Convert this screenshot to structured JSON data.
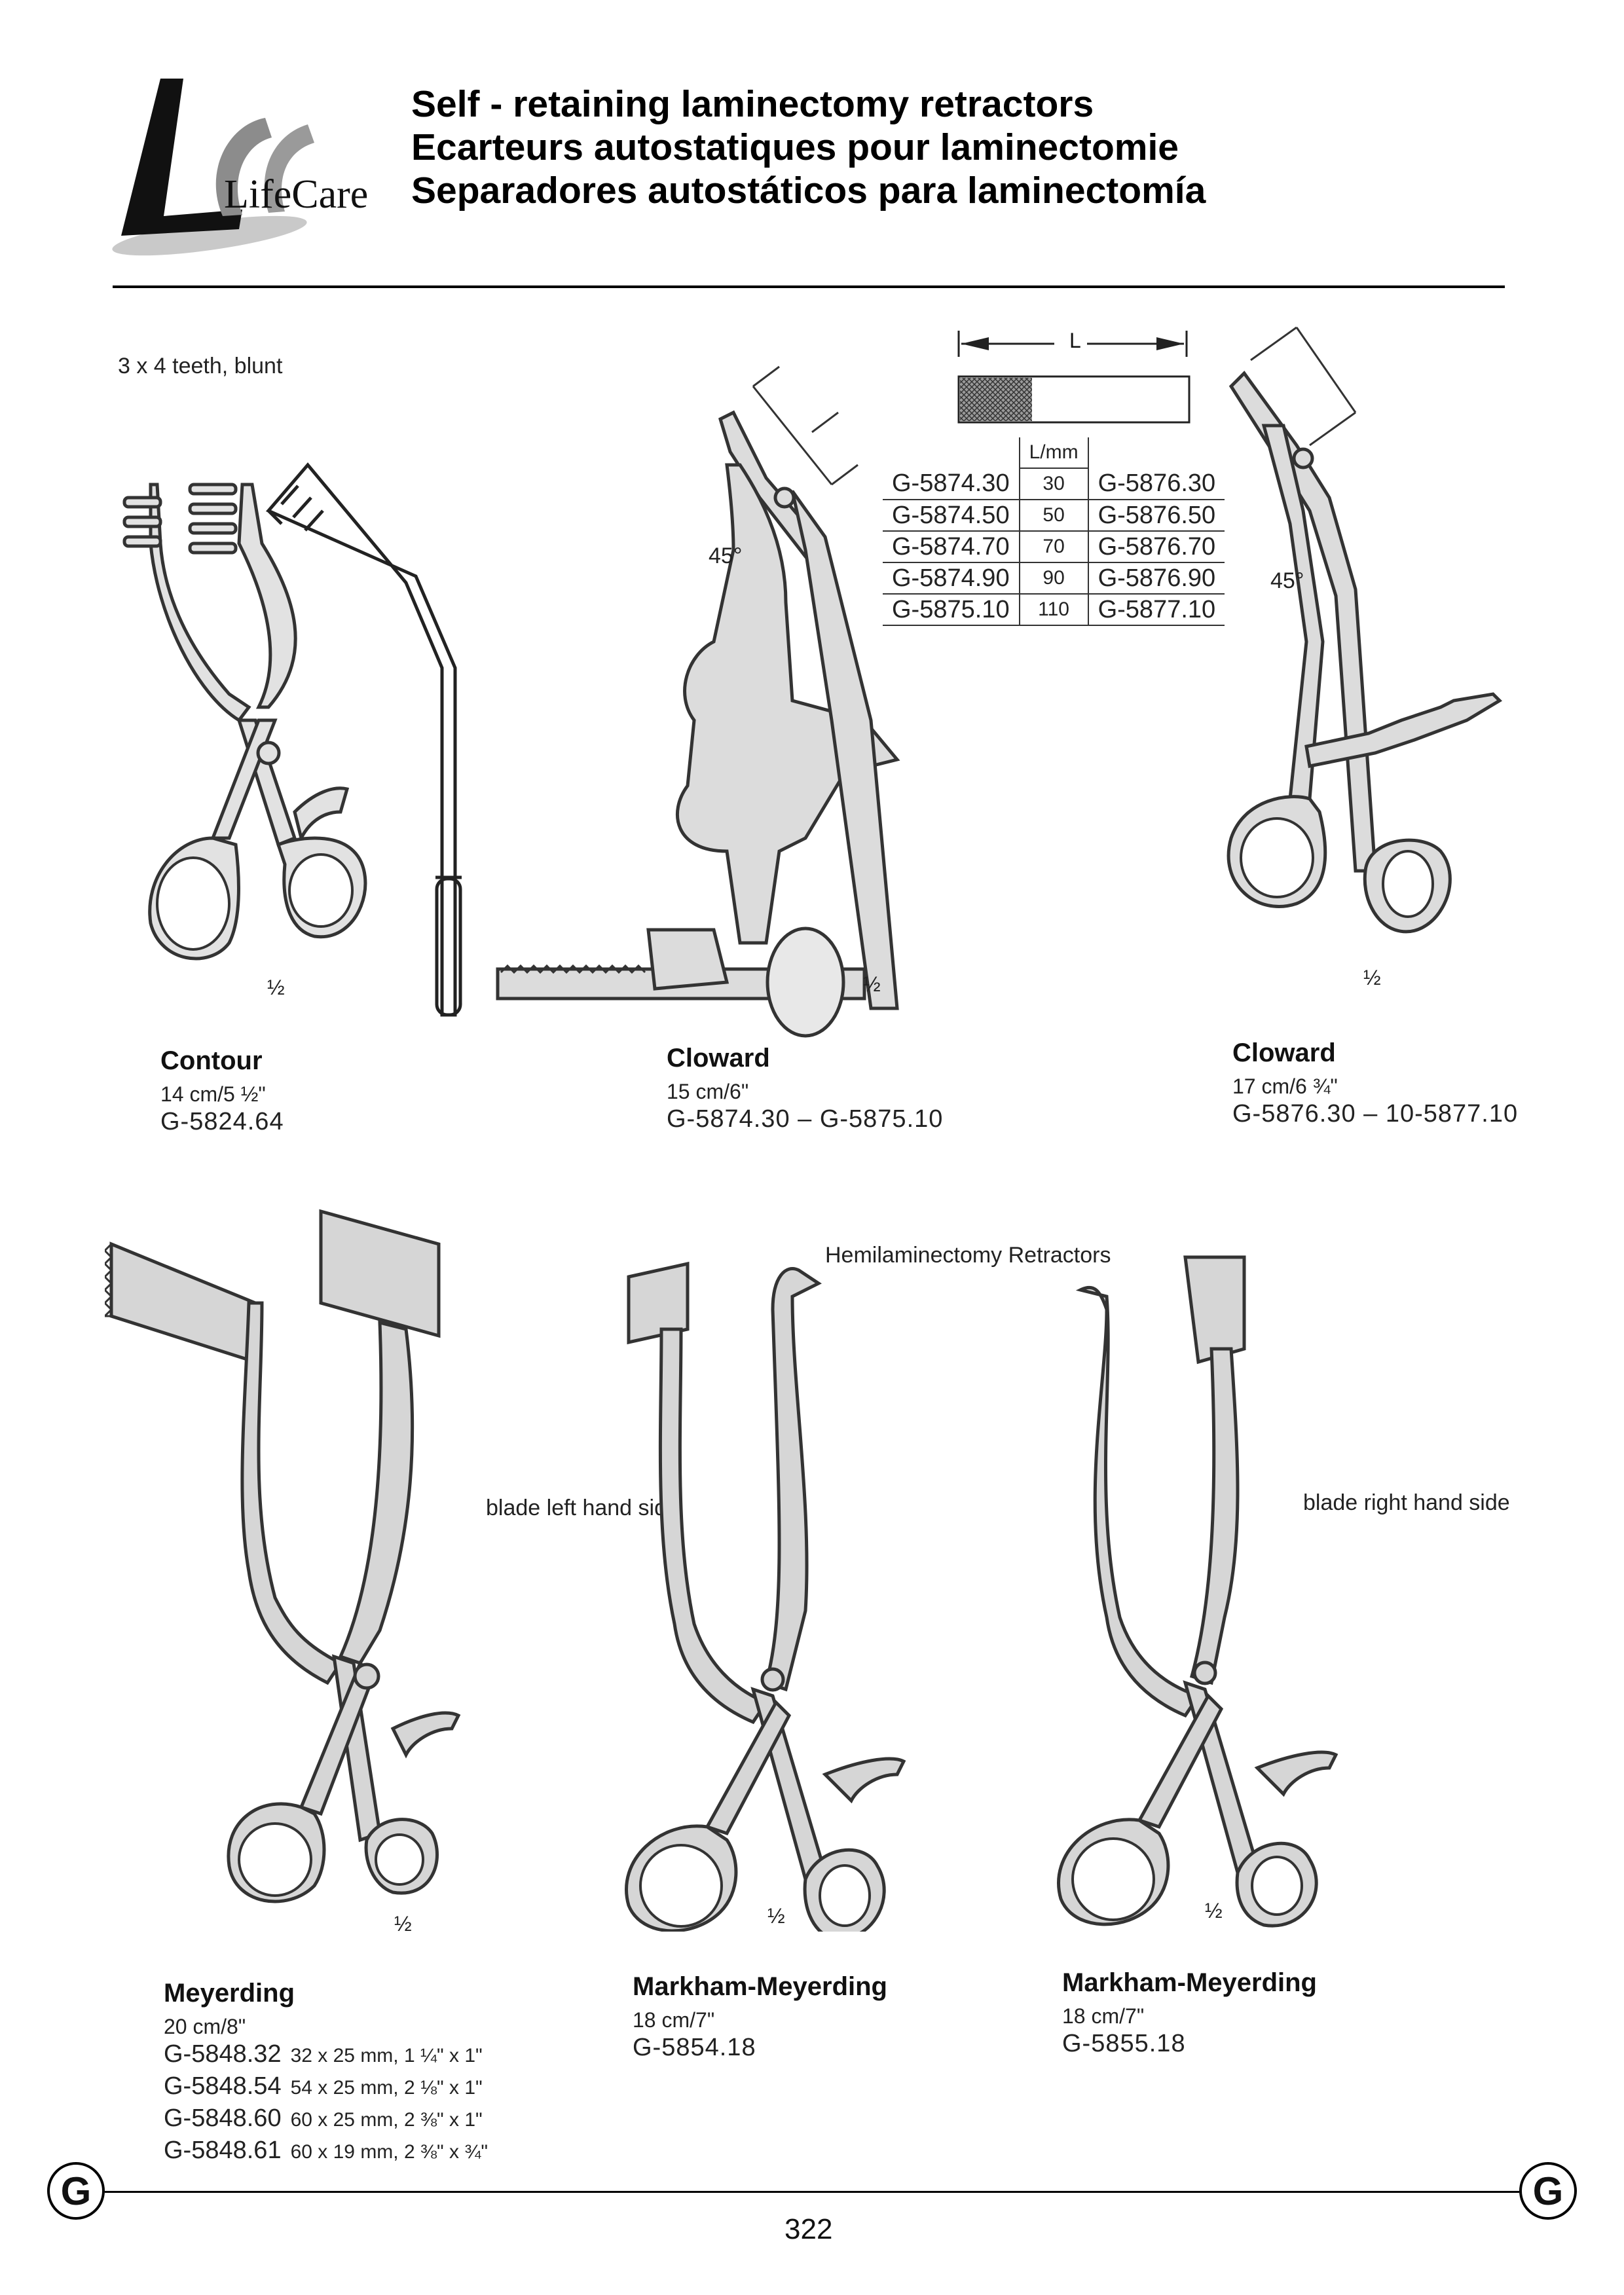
{
  "brand": {
    "name": "LifeCare"
  },
  "header": {
    "titles": [
      "Self - retaining laminectomy retractors",
      "Ecarteurs autostatiques pour laminectomie",
      "Separadores autostáticos para laminectomía"
    ]
  },
  "annotations": {
    "teeth": "3 x 4 teeth, blunt",
    "angle_left": "45°",
    "angle_right": "45°",
    "hemi": "Hemilaminectomy Retractors",
    "blade_left": "blade left hand side",
    "blade_right": "blade right hand side",
    "dimension_label": "L"
  },
  "length_table": {
    "header": "L/mm",
    "rows": [
      {
        "left": "G-5874.30",
        "mm": "30",
        "right": "G-5876.30"
      },
      {
        "left": "G-5874.50",
        "mm": "50",
        "right": "G-5876.50"
      },
      {
        "left": "G-5874.70",
        "mm": "70",
        "right": "G-5876.70"
      },
      {
        "left": "G-5874.90",
        "mm": "90",
        "right": "G-5876.90"
      },
      {
        "left": "G-5875.10",
        "mm": "110",
        "right": "G-5877.10"
      }
    ]
  },
  "products": {
    "contour": {
      "name": "Contour",
      "size": "14 cm/5 ½\"",
      "code": "G-5824.64",
      "scale": "½"
    },
    "cloward1": {
      "name": "Cloward",
      "size": "15 cm/6\"",
      "code": "G-5874.30  –  G-5875.10",
      "scale": "½"
    },
    "cloward2": {
      "name": "Cloward",
      "size": "17 cm/6 ¾\"",
      "code": "G-5876.30  – 10-5877.10",
      "scale": "½"
    },
    "meyerding": {
      "name": "Meyerding",
      "size": "20 cm/8\"",
      "scale": "½",
      "variants": [
        {
          "code": "G-5848.32",
          "dims": "32 x 25 mm, 1 ¼\" x 1\""
        },
        {
          "code": "G-5848.54",
          "dims": "54 x 25 mm, 2 ⅛\" x 1\""
        },
        {
          "code": "G-5848.60",
          "dims": "60 x 25 mm, 2 ⅜\" x 1\""
        },
        {
          "code": "G-5848.61",
          "dims": "60 x 19 mm, 2 ⅜\" x ¾\""
        }
      ]
    },
    "markham1": {
      "name": "Markham-Meyerding",
      "size": "18 cm/7\"",
      "code": "G-5854.18",
      "scale": "½"
    },
    "markham2": {
      "name": "Markham-Meyerding",
      "size": "18 cm/7\"",
      "code": "G-5855.18",
      "scale": "½"
    }
  },
  "footer": {
    "section_left": "G",
    "section_right": "G",
    "page_number": "322"
  }
}
